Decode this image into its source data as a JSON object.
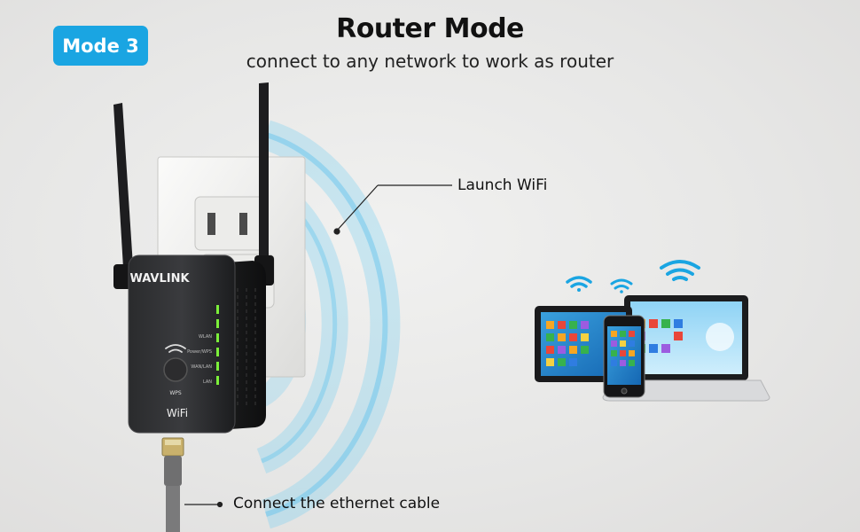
{
  "mode_badge": "Mode 3",
  "title": "Router Mode",
  "subtitle": "connect to any network to work as router",
  "callouts": {
    "launch_wifi": "Launch WiFi",
    "ethernet": "Connect the ethernet cable"
  },
  "device": {
    "brand": "WAVLINK",
    "led_labels": [
      "WLAN",
      "Power/WPS",
      "WAN/LAN",
      "LAN"
    ],
    "button_label": "WPS",
    "wifi_logo": "WiFi"
  },
  "colors": {
    "badge": "#1aa5e2",
    "signal_waves": "#6ec9ee",
    "wifi_icons": "#1aa5e2",
    "led": "#7cf03a"
  },
  "icons": [
    "wifi-icon",
    "wifi-icon",
    "wifi-icon"
  ]
}
